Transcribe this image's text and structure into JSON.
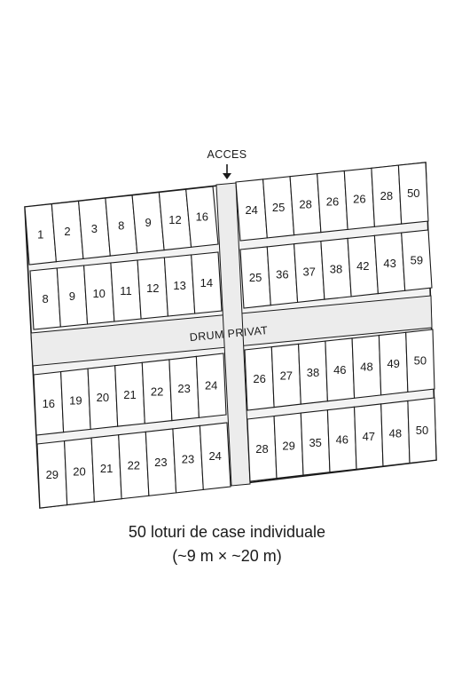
{
  "labels": {
    "access": "ACCES",
    "road": "DRUM PRIVAT"
  },
  "caption": {
    "line1": "50 loturi de case individuale",
    "line2": "(~9 m × ~20 m)"
  },
  "blocks": {
    "top_left_row1": [
      "1",
      "2",
      "3",
      "8",
      "9",
      "12",
      "16"
    ],
    "top_left_row2": [
      "8",
      "9",
      "10",
      "11",
      "12",
      "13",
      "14"
    ],
    "top_right_row1": [
      "24",
      "25",
      "28",
      "26",
      "26",
      "28",
      "50"
    ],
    "top_right_row2": [
      "25",
      "36",
      "37",
      "38",
      "42",
      "43",
      "59"
    ],
    "bottom_left_row1": [
      "16",
      "19",
      "20",
      "21",
      "22",
      "23",
      "24"
    ],
    "bottom_left_row2": [
      "29",
      "20",
      "21",
      "22",
      "23",
      "23",
      "24"
    ],
    "bottom_right_row1": [
      "26",
      "27",
      "38",
      "46",
      "48",
      "49",
      "50"
    ],
    "bottom_right_row2": [
      "28",
      "29",
      "35",
      "46",
      "47",
      "48",
      "50"
    ]
  }
}
